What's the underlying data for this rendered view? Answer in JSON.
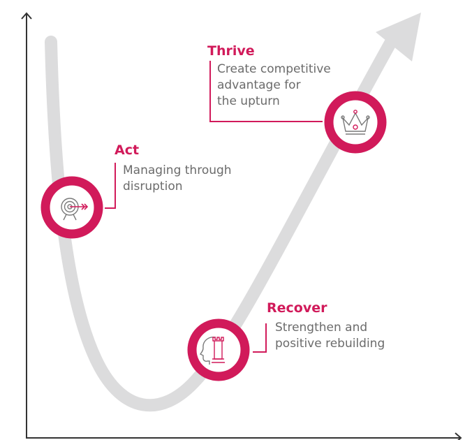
{
  "colors": {
    "accent": "#d11a5a",
    "curve": "#dcdcdd",
    "axis": "#333333",
    "text": "#6b6b6b",
    "icon": "#7a7a7a"
  },
  "phases": [
    {
      "title": "Act",
      "description_lines": [
        "Managing through",
        "disruption"
      ],
      "icon": "target-icon"
    },
    {
      "title": "Recover",
      "description_lines": [
        "Strengthen and",
        "positive rebuilding"
      ],
      "icon": "head-chess-rook-icon"
    },
    {
      "title": "Thrive",
      "description_lines": [
        "Create competitive",
        "advantage for",
        "the upturn"
      ],
      "icon": "crown-icon"
    }
  ]
}
